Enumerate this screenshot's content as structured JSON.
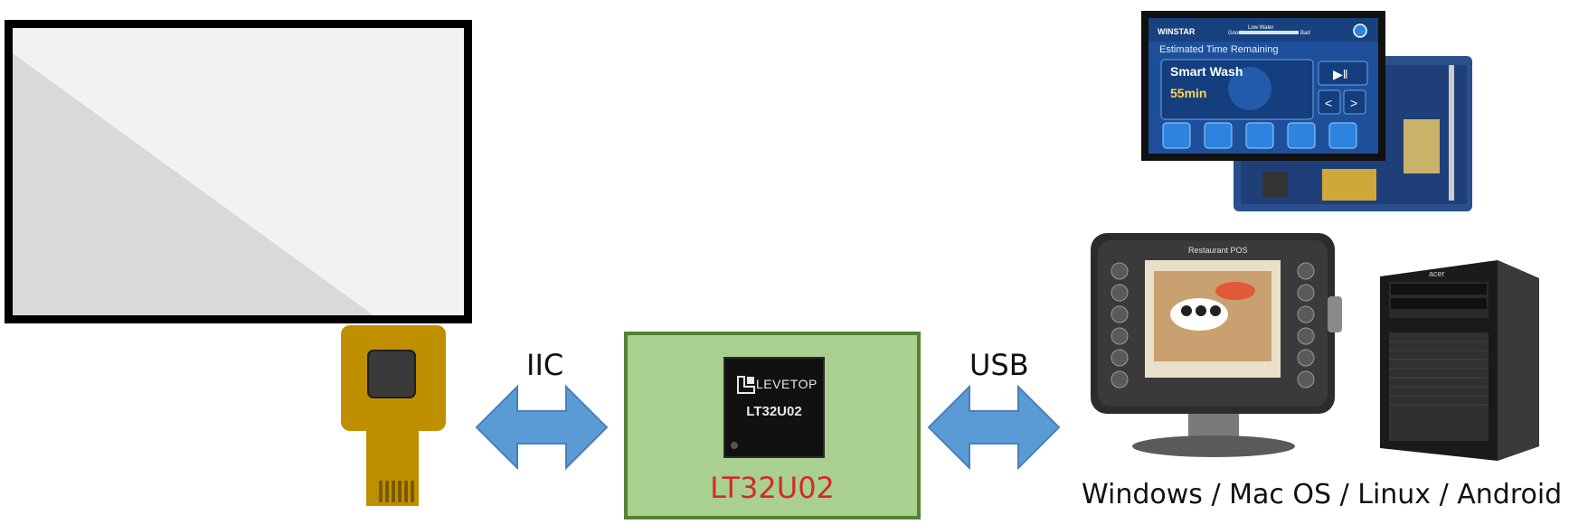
{
  "labels": {
    "iic": "IIC",
    "usb": "USB",
    "controller": "LT32U02",
    "os": "Windows / Mac OS / Linux / Android"
  },
  "chip": {
    "brand": "LEVETOP",
    "model": "LT32U02"
  },
  "display_module": {
    "brand": "WINSTAR",
    "header": "Estimated Time Remaining",
    "program": "Smart Wash",
    "time": "55min",
    "status_left": "Good",
    "status_right": "Bad",
    "status_text": "Low Water"
  },
  "pos": {
    "title": "Restaurant POS",
    "brand": "acer"
  },
  "colors": {
    "arrow": "#5b9bd5",
    "box_fill": "#a9d08e",
    "box_border": "#548235",
    "controller_text": "#d42a2a",
    "fpc": "#bf8f00"
  }
}
